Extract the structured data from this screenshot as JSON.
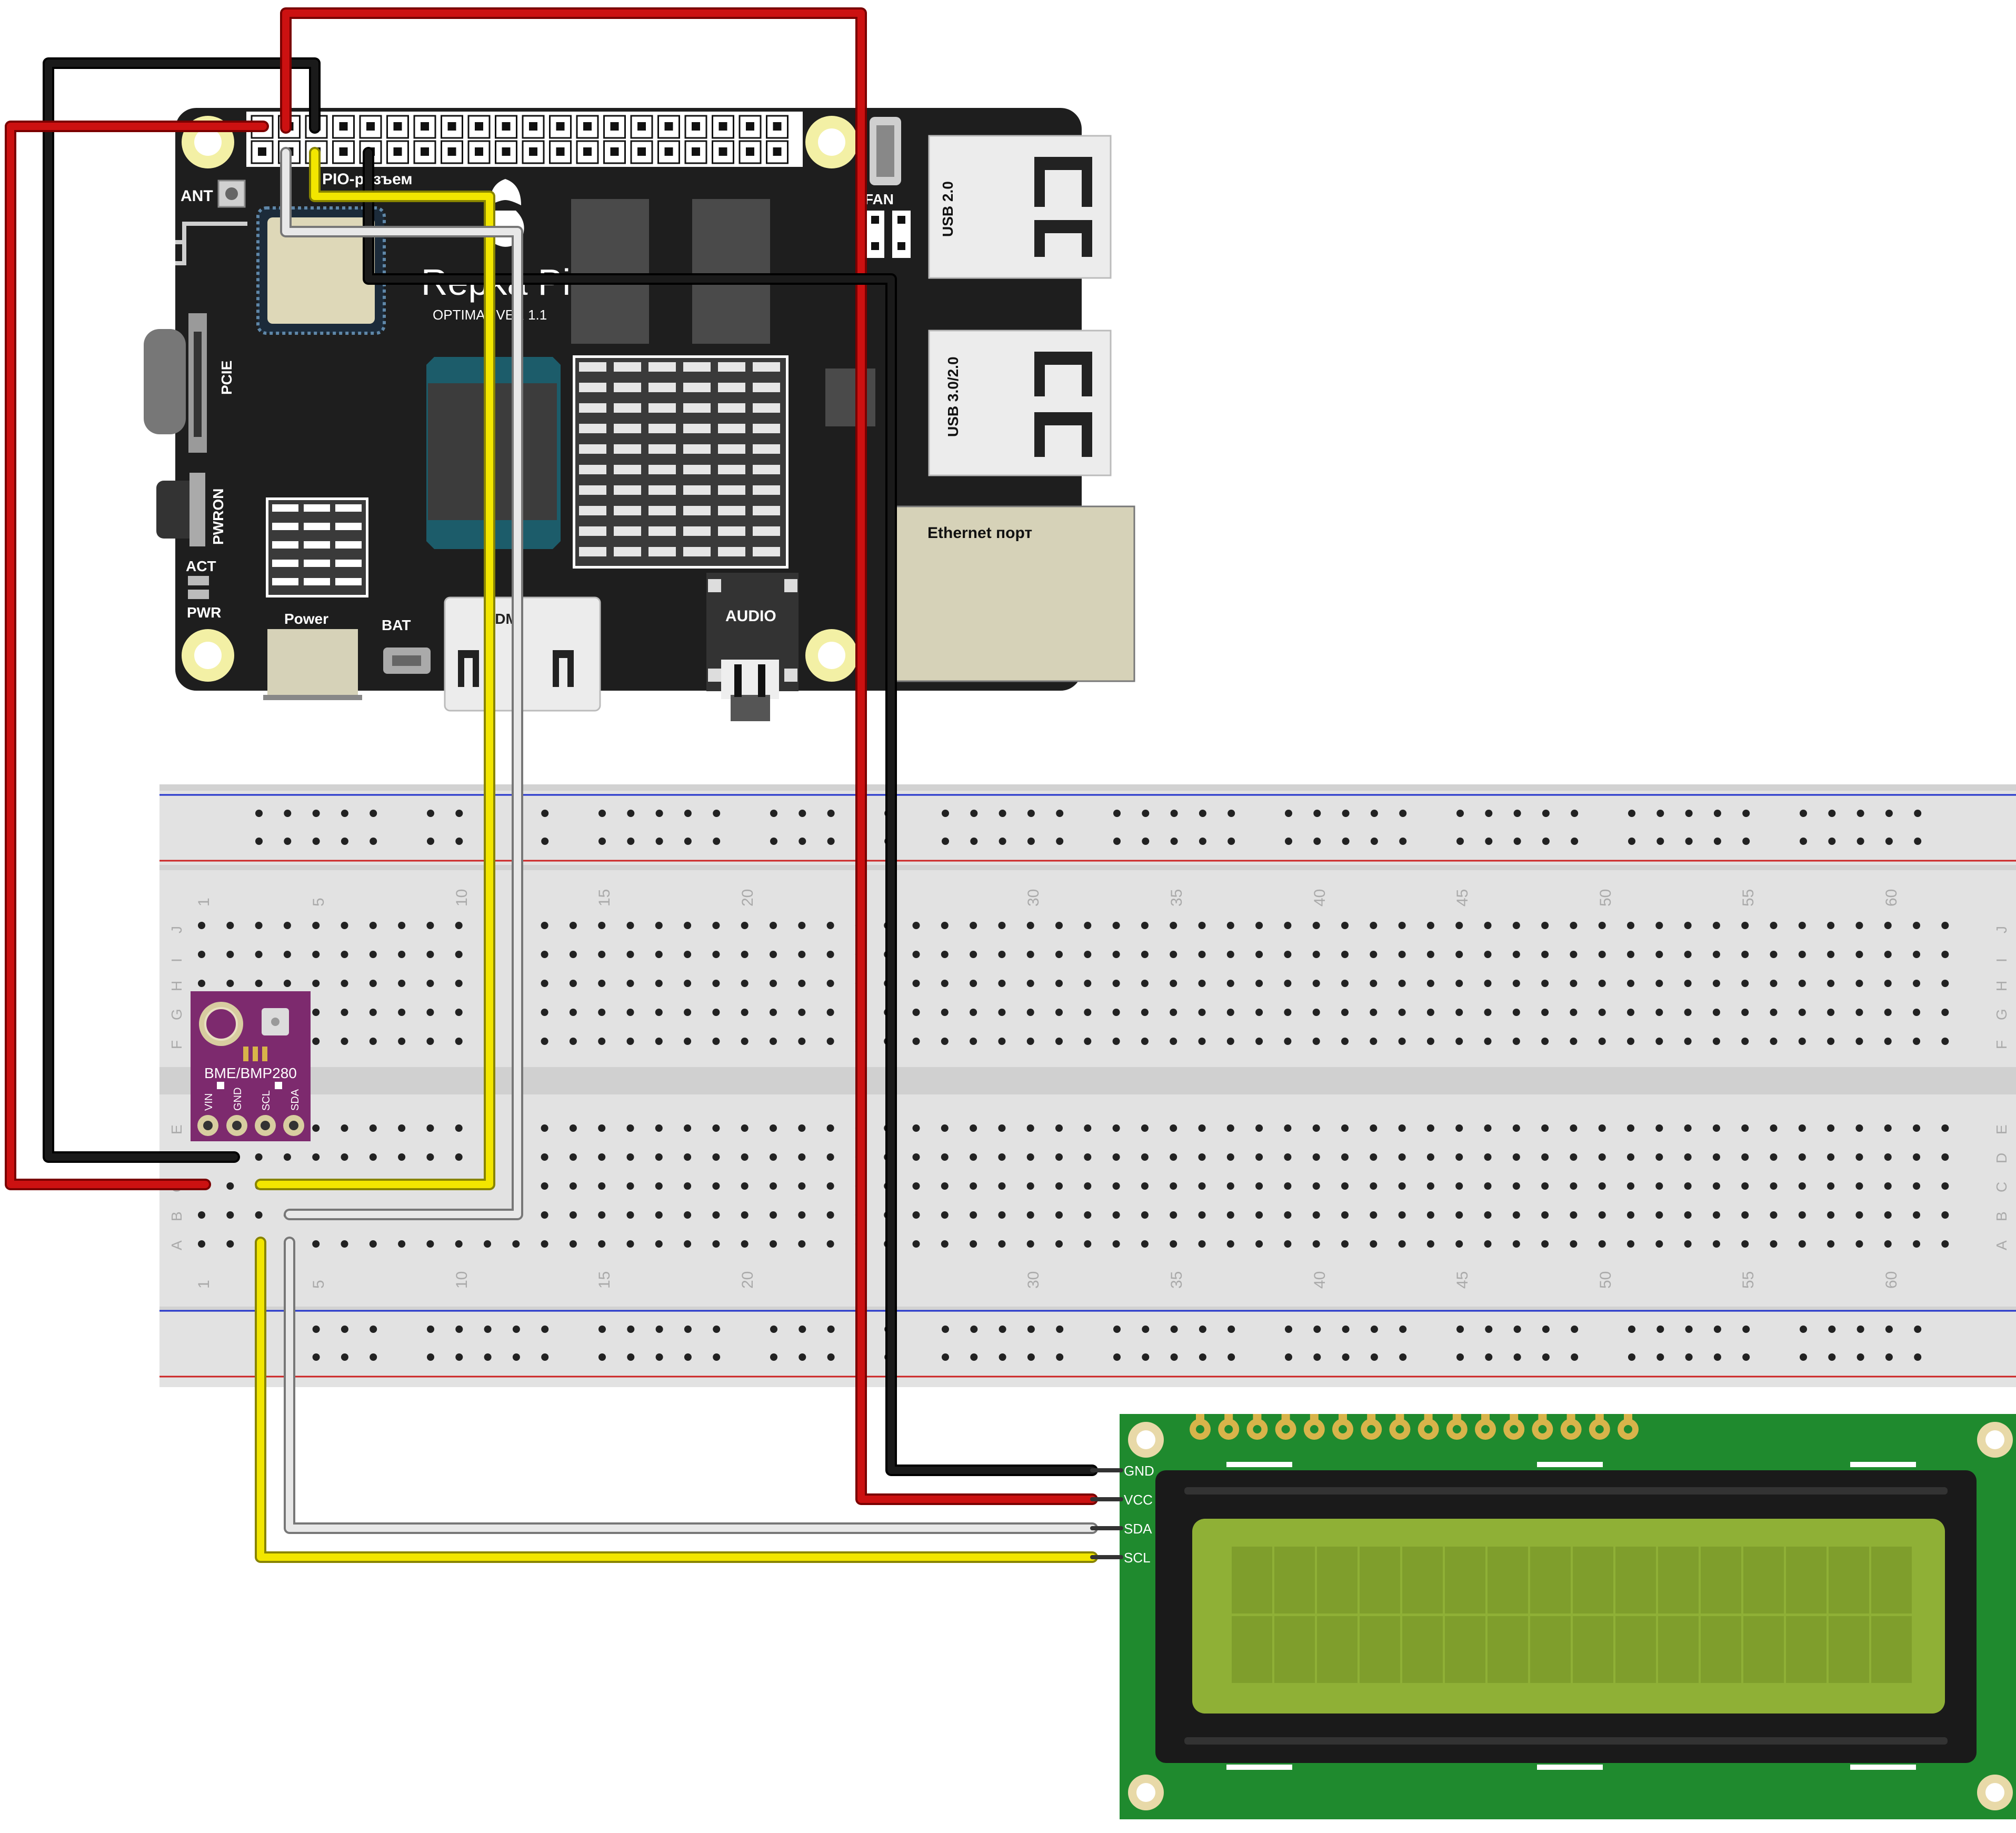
{
  "board": {
    "header_label": "PIO-разъем",
    "ant_label": "ANT",
    "fan_label": "FAN",
    "usb2_label": "USB 2.0",
    "usb3_label": "USB 3.0/2.0",
    "ethernet_label": "Ethernet порт",
    "pcie_label": "PCIE",
    "pwron_label": "PWRON",
    "act_label": "ACT",
    "pwr_label": "PWR",
    "power_label": "Power",
    "bat_label": "BAT",
    "hdmi_label": "HDMI",
    "audio_label": "AUDIO",
    "brand_label": "Repka Pi",
    "version_label": "OPTIMAL VER 1.1",
    "colors": {
      "pcb": "#1e1e1e",
      "hole": "#f3f0a5",
      "chip": "#4a4a4a",
      "soc": "#1c5c6a"
    }
  },
  "breadboard": {
    "column_numbers": [
      "1",
      "5",
      "10",
      "15",
      "20",
      "30",
      "35",
      "40",
      "45",
      "50",
      "55",
      "60"
    ],
    "rows_top": [
      "J",
      "I",
      "H",
      "G",
      "F"
    ],
    "rows_bottom": [
      "E",
      "D",
      "C",
      "B",
      "A"
    ],
    "colors": {
      "body": "#e2e2e2",
      "rail_blue": "#2233cc",
      "rail_red": "#cc2222",
      "hole": "#222222"
    }
  },
  "sensor": {
    "name": "BME/BMP280",
    "pins": [
      "VIN",
      "GND",
      "SCL",
      "SDA"
    ],
    "color": "#7d2a6e"
  },
  "lcd": {
    "pins": [
      "GND",
      "VCC",
      "SDA",
      "SCL"
    ],
    "colors": {
      "pcb": "#1f8a2e",
      "screen": "#8fb036",
      "bezel": "#1a1a1a"
    }
  },
  "wires": {
    "colors": {
      "red": "#cc1111",
      "black": "#111111",
      "yellow": "#f2e600",
      "white": "#d8d8d8"
    }
  }
}
